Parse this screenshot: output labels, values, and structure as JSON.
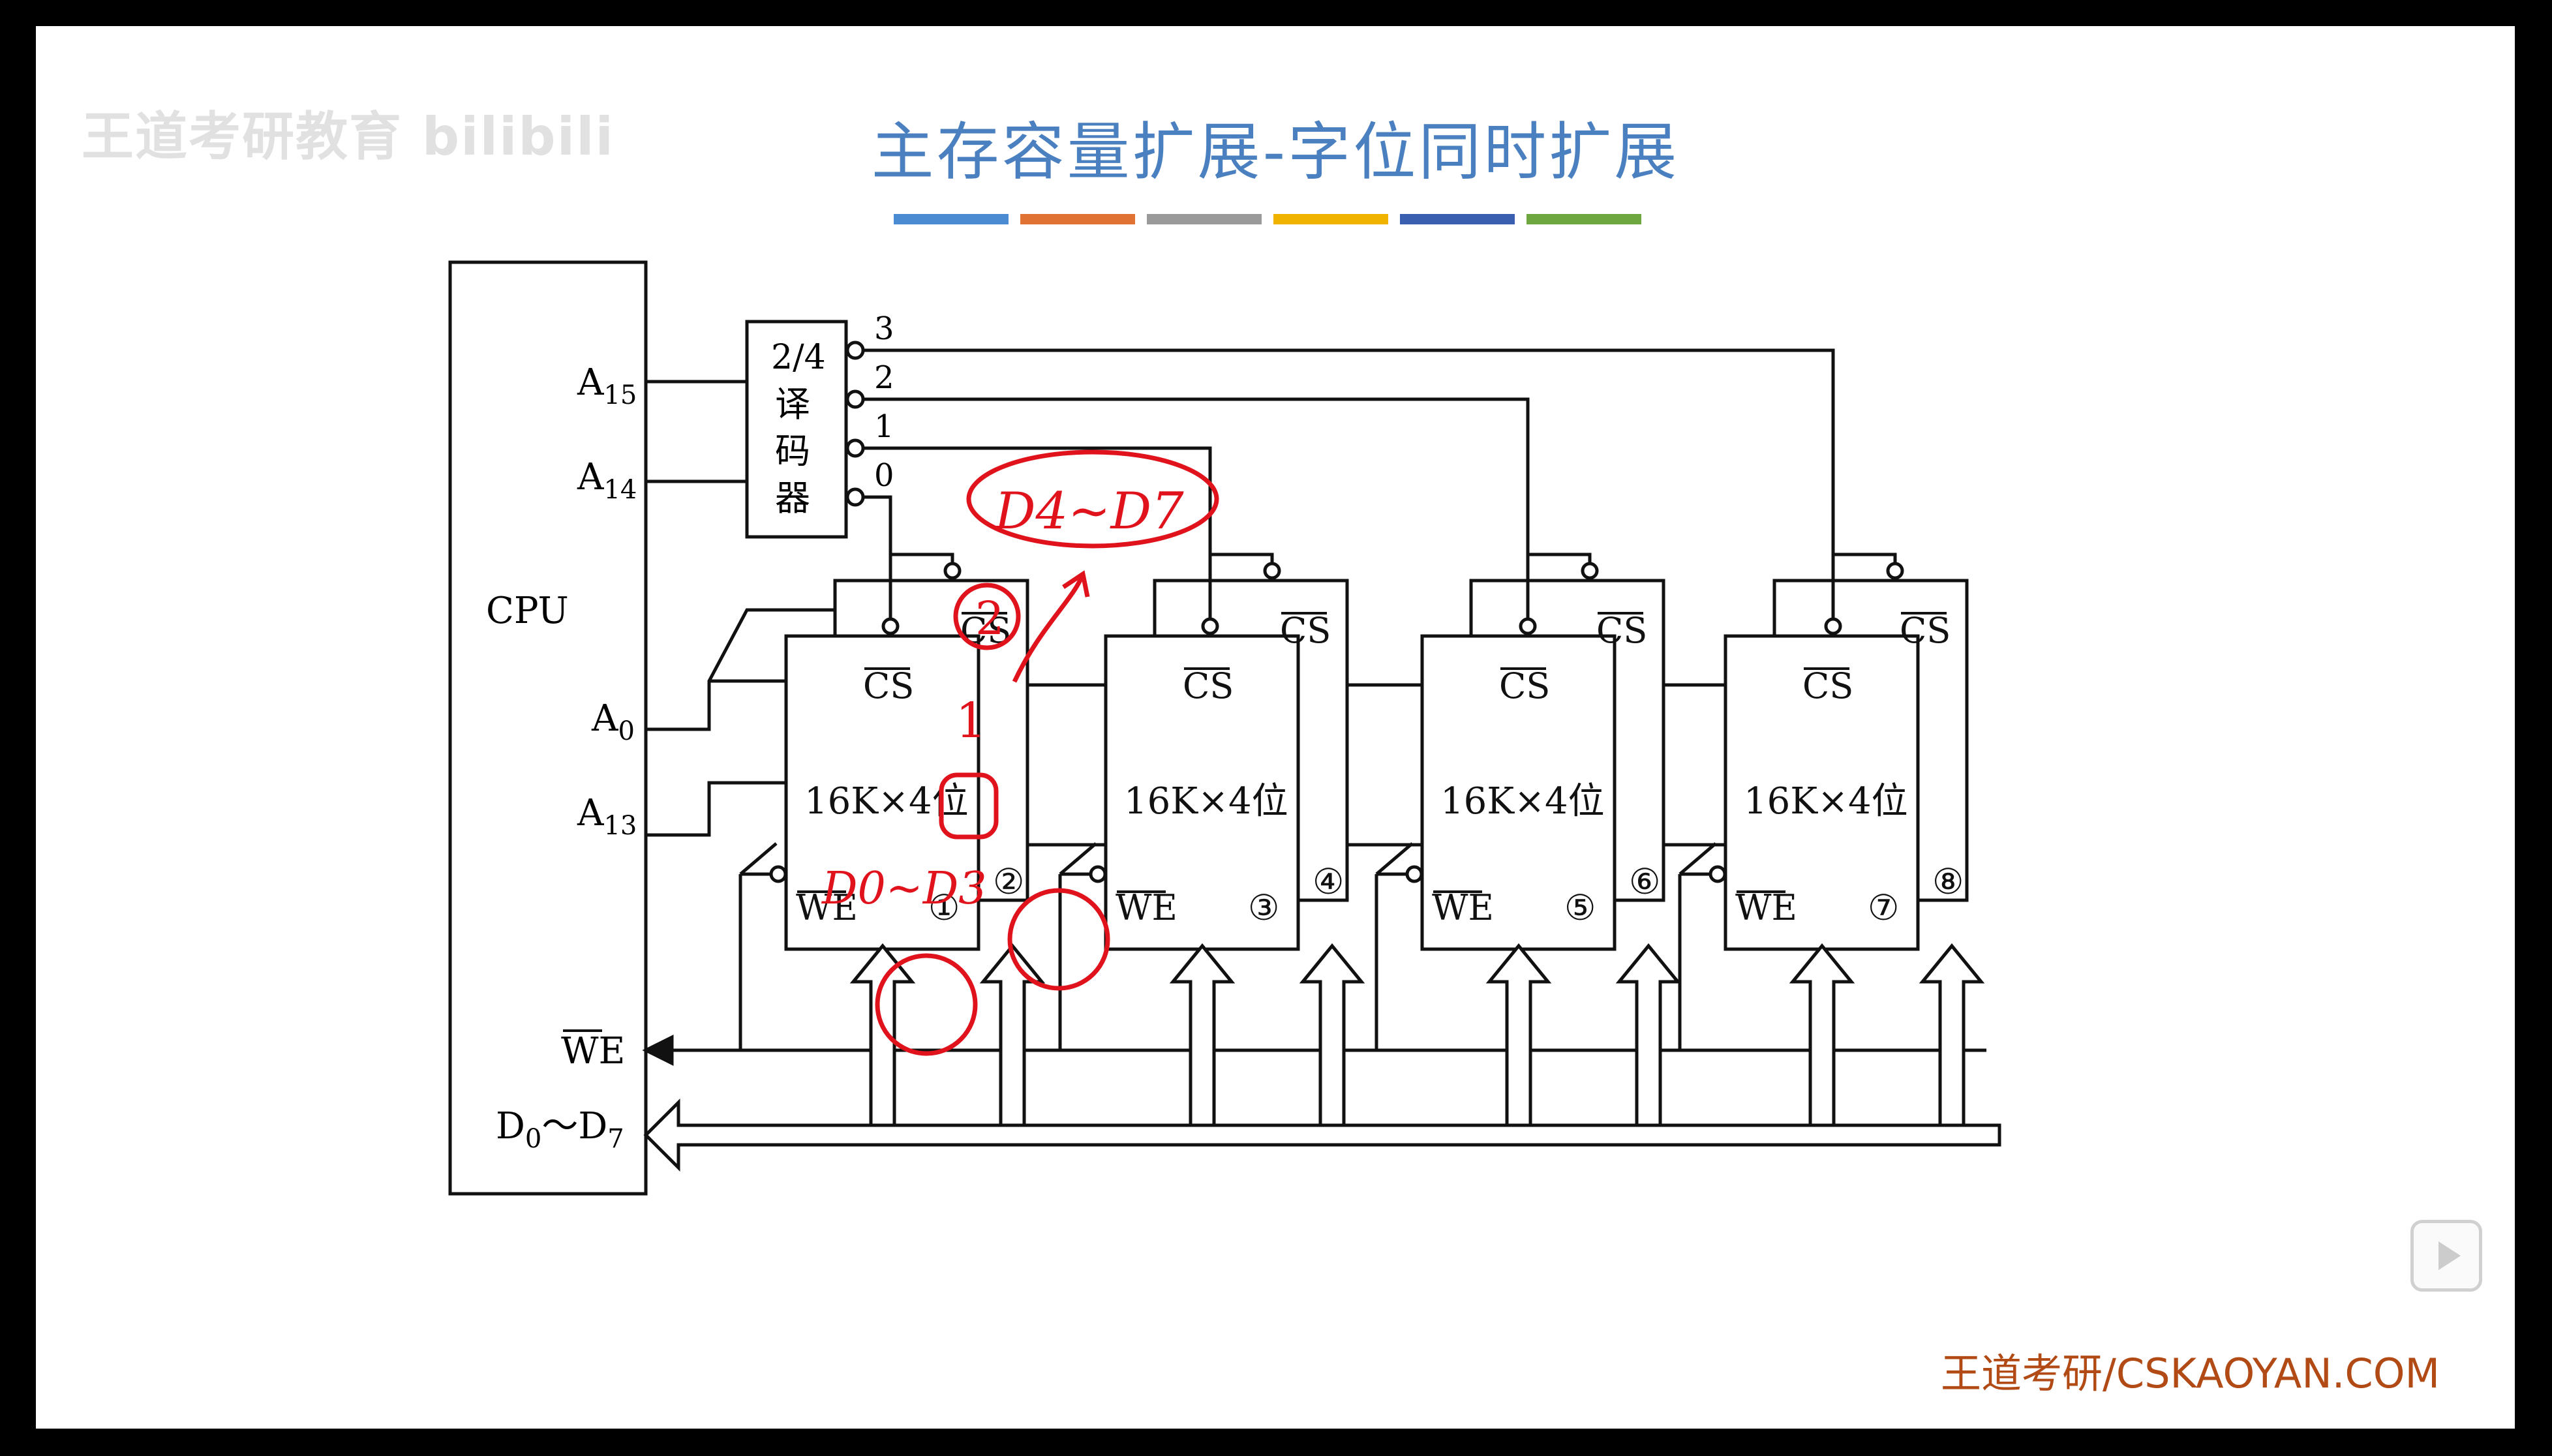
{
  "watermark": "王道考研教育 bilibili",
  "title": "主存容量扩展-字位同时扩展",
  "title_bar_colors": [
    "#4a8bd1",
    "#e07333",
    "#9a9a9a",
    "#f0b400",
    "#3a5fb0",
    "#6ea640"
  ],
  "footer": "王道考研/CSKAOYAN.COM",
  "diagram": {
    "cpu_label": "CPU",
    "cpu_pins": {
      "a15": "A15",
      "a14": "A14",
      "a0": "A0",
      "a13": "A13",
      "we": "WE",
      "data": "D0～D7"
    },
    "decoder": {
      "label_top": "2/4",
      "label_chars": [
        "译",
        "码",
        "器"
      ],
      "outputs": [
        "3",
        "2",
        "1",
        "0"
      ]
    },
    "chip_label": "16K×4位",
    "cs_label": "CS",
    "we_label": "WE",
    "chip_numbers": [
      "①",
      "②",
      "③",
      "④",
      "⑤",
      "⑥",
      "⑦",
      "⑧"
    ]
  },
  "annotations": {
    "color": "#e0121c",
    "upper_data": "D4~D7",
    "lower_data": "D0~D3",
    "mark_one": "1",
    "mark_two": "2"
  }
}
